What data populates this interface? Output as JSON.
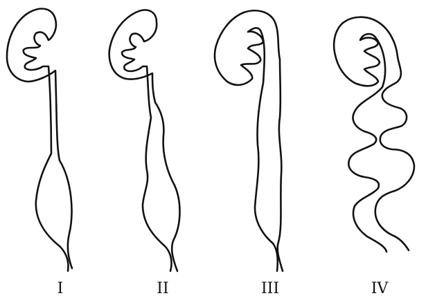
{
  "figure": {
    "stroke_color": "#111111",
    "background_color": "#ffffff",
    "panels": [
      {
        "label": "I"
      },
      {
        "label": "II"
      },
      {
        "label": "III"
      },
      {
        "label": "IV"
      }
    ]
  }
}
